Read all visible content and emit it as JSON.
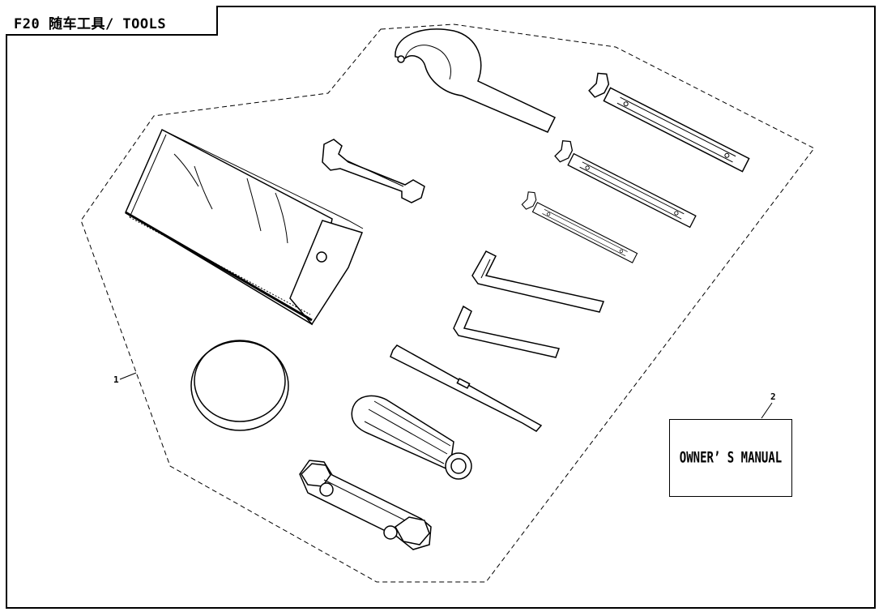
{
  "title": "F20 随车工具/ TOOLS",
  "callouts": {
    "toolkit_number": "1",
    "manual_number": "2"
  },
  "manual": {
    "label": "OWNER’ S  MANUAL"
  },
  "parts": [
    {
      "name": "tool-bag-icon"
    },
    {
      "name": "hook-wrench-icon"
    },
    {
      "name": "open-end-wrench-icon"
    },
    {
      "name": "double-open-wrench-large-icon"
    },
    {
      "name": "double-open-wrench-medium-icon"
    },
    {
      "name": "double-open-wrench-small-icon"
    },
    {
      "name": "hex-key-large-icon"
    },
    {
      "name": "hex-key-small-icon"
    },
    {
      "name": "screwdriver-bit-icon"
    },
    {
      "name": "screwdriver-handle-icon"
    },
    {
      "name": "rubber-band-icon"
    },
    {
      "name": "spark-plug-socket-icon"
    }
  ]
}
